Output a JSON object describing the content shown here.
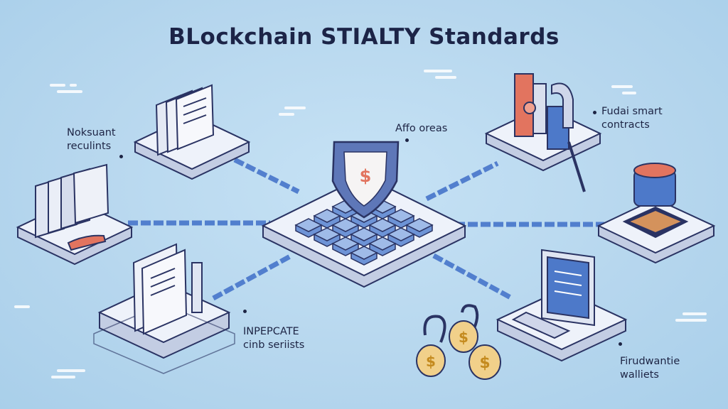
{
  "title": "BLockchain STIALTY Standards",
  "labels": {
    "top_left": [
      "Noksuant",
      "reculints"
    ],
    "top_center": [
      "Affo oreas"
    ],
    "top_right": [
      "Fudai smart",
      "contracts"
    ],
    "bottom_left": [
      "INPEPCATE",
      "cinb seriists"
    ],
    "bottom_right": [
      "Firudwantie",
      "walliets"
    ]
  },
  "shield_symbol": "$",
  "coin_symbols": [
    "$",
    "$",
    "$"
  ],
  "icons": [
    "shield-icon",
    "folders-icon",
    "documents-icon",
    "machine-icon",
    "coin-jar-icon",
    "monitor-icon",
    "coin-keys-icon"
  ],
  "colors": {
    "background": "#b9d9f0",
    "ink": "#1c2447",
    "connector": "#3f6fc8",
    "platform_top": "#eef2fa",
    "platform_side": "#c3cde3",
    "cube": "#6d93d6",
    "accent_red": "#e2745f",
    "shield": "#5e77b8",
    "coin": "#f1d08a"
  }
}
